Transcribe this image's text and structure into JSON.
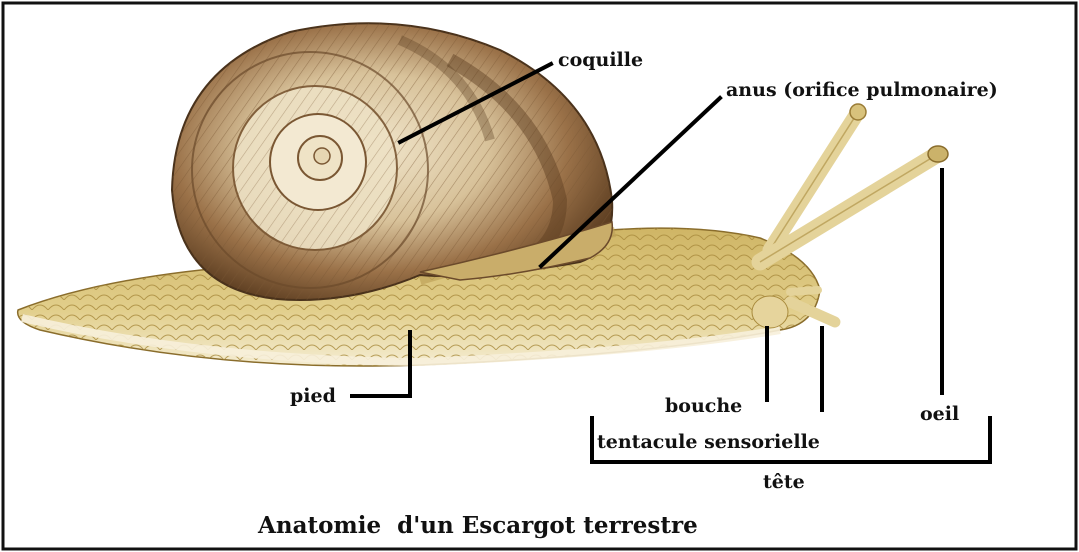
{
  "title": "Anatomie  d'un Escargot terrestre",
  "labels": {
    "coquille": "coquille",
    "anus": "anus (orifice pulmonaire)",
    "pied": "pied",
    "bouche": "bouche",
    "oeil": "oeil",
    "tentacule": "tentacule sensorielle",
    "tete": "tête"
  },
  "colors": {
    "frame": "#111111",
    "leader_lines": "#000000",
    "shell_dark": "#6b4a2b",
    "shell_light": "#e9dcc0",
    "body": "#d9c27a",
    "foot_edge": "#f3ead0"
  }
}
